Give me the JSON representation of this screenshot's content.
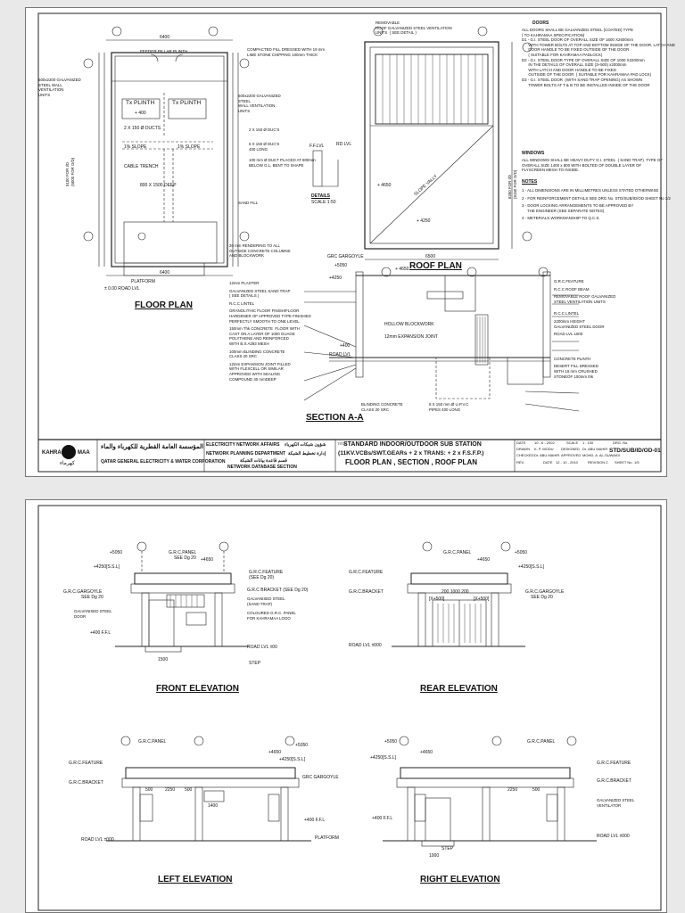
{
  "sheet1": {
    "floor_plan": {
      "title": "FLOOR PLAN",
      "labels": {
        "feeder": "FEEDER PILLAR PLINTH",
        "tx1": "Tx  PLINTH",
        "tx2": "Tx  PLINTH",
        "ducts": "2 X 150 Ø DUCTS",
        "slope1": "1% SLOPE",
        "slope2": "1% SLOPE",
        "cable_trench": "CABLE TRENCH",
        "trench_size": "800 X 1500 DEEP",
        "vent_left": "500x2200 GALVANIZED\nSTEEL WALL\nVENTILATION\nUNITS",
        "vent_right": "500x2200 GALVANIZED\nSTEEL\nWALL VENTILATION\nUNITS",
        "fill": "COMPACTED FILL DRESSED WITH 19 mm\nLIME STONE CHIPPING 100mm THICK",
        "ducts2": "2 X 150 Ø DUC'S",
        "ducts6": "6 X 150 Ø DUC'S\n400 LONG",
        "duct100": "100 mm Ø DUCT PLACED AT 800mm\nBELOW G.L. BENT TO SHAPE",
        "sand": "SAND FILL",
        "render": "20 mm RENDERING TO ALL\nOUTSIDE CONCRETE COLUMNS\nAND BLOCKWORK",
        "platform": "PLATFORM",
        "road": "± 0.00 ROAD LVL",
        "dim_6400": "6400",
        "dim_6400b": "6400",
        "dim_plus400": "+ 400",
        "dim_5100": "5100 FOR I/D\n(5000 FOR O/D)"
      }
    },
    "details": {
      "ffl": "F.F.LVL",
      "rd": "RD LVL",
      "title": "DETAILS",
      "scale": "SCALE  1:50"
    },
    "roof_plan": {
      "title": "ROOF PLAN",
      "vent": "REMOVABLE\nROOF GALVANIZED STEEL VENTILATION\nUNITS  ( SEE DETAIL )",
      "slope": "SLOPE VALLY",
      "lvl1": "+ 4650",
      "lvl2": "+ 4250",
      "gargoyle": "GRC GARGOYLE",
      "dim": "6500",
      "dim2": "8250 FOR I/D\n(8150 FOR O/D)"
    },
    "doors": {
      "heading": "DOORS",
      "lines": [
        "ALL DOORS SHALL BE GALVANIZED STEEL (COATED) TYPE",
        "( TO KAHRAMAA SPECIFICATION)",
        "D1 - G.I. STEEL DOOR OF OVERALL SIZE OF 1600 X2600mm",
        "      WITH TOWER BOLTS AT TOP AND BOTTOM INSIDE OF THE DOOR, LATCH AND",
        "      DOOR HANDLE TO BE FIXED OUTSIDE OF THE DOOR",
        "      ( SUITABLE FOR KAHRAMAA PADLOCK)",
        "D2 - G.I. STEEL DOOR TYPE OF OVERALL SIZE OF 1000 X2200mm",
        "      IN THE DETAILS OF OVERALL SIZE (3+500) x2000mm",
        "      WITH LATCH AND DOOR HANDLE TO BE FIXED",
        "      OUTSIDE OF THE DOOR  ( SUITABLE FOR KAHRAMAA PAD LOCK)",
        "D3 - G.I. STEEL DOOR  (WITH SAND TRAP OPENING) AS SHOWN",
        "      TOWER BOLTS AT T & B TO BE INSTALLED INSIDE OF THE DOOR"
      ]
    },
    "windows": {
      "heading": "WINDOWS",
      "lines": [
        "ALL WINDOWS SHALL BE HEAVY DUTY G.I. STEEL  ( SAND TRAP)  TYPE OF",
        "OVERALL SIZE 1400 x 800 WITH BOLTED OF DOUBLE LAYER OF",
        "FLYSCREEN MESH TO INSIDE."
      ]
    },
    "notes": {
      "heading": "NOTES",
      "lines": [
        "1 - ALL DIMENSIONS ARE IN MILLIMETRES UNLESS STATED OTHERWISE",
        "2 - FOR REINFORCEMENT DETAILS SEE DRG No. STD/SUB/ID/OD SHEET No 1/2",
        "3 - DOOR LOCKING ARRANGEMENTS TO BE APPROVED BY",
        "     THE ENGINEER (SEE SEPARATE NOTES)",
        "4 - METERIALS WORKMANSHIP TO Q.C.S."
      ]
    },
    "section": {
      "title": "SECTION A-A",
      "left_labels": [
        "12mm PLASTER",
        "GALVANIZED STEEL SAND TRAP\n( SEE DETAILS )",
        "R.C.C LINTEL",
        "GRANOLITHIC FLOOR FINISH/FLOOR\nHARDENER OF APPROVED TYPE FINISHED\nPERFECTLY SMOOTH TO ONE LEVEL",
        "150mm Thk CONCRETE  FLOOR WITH\nCAST ON A LAYER OF 1000 GUAGE\nPOLYTHENE AND REINFORCED\nWITH B.S A393 MESH",
        "100mm BLINDING CONCRETE\nCLASS 20 SRC",
        "12mm EXPANSION JOINT FILLED\nWITH FLEXCELL OR SIMILAR\nAPPROVED WITH SEALING\nCOMPOUND 40 mmDEEP"
      ],
      "right_labels": [
        "G.R.C.FEATURE",
        "R.C.C ROOF BEAM",
        "REMOVABLE ROOF GALVANIZED\nSTEEL VENTILATION UNITS",
        "R.C.C LINTEL",
        "2200mm HEIGHT\nGALVANIZED STEEL DOOR",
        "ROAD LVL ±000",
        "CONCRETE PLINTH",
        "DESERT FILL DRESSED\nWITH 19 mm CRUSHED\nSTONEOF 100mm thk"
      ],
      "mid_labels": {
        "hollow": "HOLLOW BLOCKWORK",
        "expansion": "12mm EXPANSION JOINT",
        "road": "ROAD LVL",
        "blinding": "BLINDING CONCRETE\nCLASS 20 SRC",
        "pipes": "6 X 150 mm Ø U.P.V.C\nPIPES 400 LONG",
        "l5050": "+5050",
        "l4650": "+ 4650",
        "l4250": "+4250",
        "l400": "+400"
      }
    },
    "title_block": {
      "org_en": "QATAR GENERAL ELECTRICITY & WATER CORPORATION",
      "org_ar": "المؤسسة العامة القطرية للكهرباء والماء",
      "logo_left": "KAHRA",
      "logo_right": "MAA",
      "logo_ar": "كهرماء",
      "dept1": "ELECTRICITY NETWORK AFFAIRS",
      "dept1_ar": "شؤون شبكات الكهرباء",
      "dept2": "NETWORK PLANNING DEPARTMENT",
      "dept2_ar": "إدارة تخطيط الشبكة",
      "dept3_ar": "قسم قاعدة بيانات الشبكة",
      "dept3": "NETWORK DATABASE SECTION",
      "title_label": "TITLE",
      "title1": "STANDARD INDOOR/OUTDOOR SUB STATION",
      "title2": "(11KV.VCBs/SWT.GEARs + 2 x TRANS: + 2 x F.S.F.P.)",
      "title3": "FLOOR PLAN , SECTION , ROOF PLAN",
      "meta": {
        "date_label": "DATE",
        "date": "10 - 6 - 2002",
        "scale_label": "SCALE",
        "scale": "1 : 100",
        "drg_label": "DRG. No.",
        "drawn_label": "DRAWN",
        "drawn": "K. P. MODU",
        "designed_label": "DESIGNED",
        "designed": "Dr. ABU MAHIR",
        "checked_label": "CHECKED",
        "checked": "Dr. ABU MAHIR",
        "approved_label": "APPROVED",
        "approved": "MOHD. A. AL-SUWAIDI",
        "rev_label": "REV.",
        "rev_date_label": "DATE",
        "rev_date": "12 - 10 - 2010",
        "revision_label": "REVISION",
        "revision": "C",
        "sheet_label": "SHEET No.",
        "sheet": "1/5",
        "drg_no": "STD/SUB/ID/OD-01"
      }
    }
  },
  "sheet2": {
    "front": {
      "title": "FRONT ELEVATION",
      "labels": [
        "+5050",
        "+4650",
        "+4250[S.S.L]",
        "G.R.C.PANEL",
        "SEE Dg 20",
        "G.R.C.FEATURE",
        "(SEE Dg 20)",
        "G.R.C.GARGOYLE",
        "SEE Dg 20",
        "G.R.C BRACKET (SEE Dg 20)",
        "GALVANISED STEEL\n(SAND TRAP)",
        "GALVANISED STEEL\nDOOR",
        "COLOURED G.R.C. PANEL\nFOR KAHRAMAA LOGO",
        "+400 F.F.L",
        "ROAD LVL ±00",
        "STEP",
        "1500"
      ]
    },
    "rear": {
      "title": "REAR ELEVATION",
      "labels": [
        "G.R.C.PANEL",
        "+4650",
        "+5050",
        "+4250[S.S.L]",
        "G.R.C.FEATURE",
        "G.R.C.BRACKET",
        "G.R.C.GARGOYLE",
        "SEE Dg 20",
        "ROAD LVL ±000",
        "[X+500]",
        "[X+500]",
        "200 1000 200"
      ]
    },
    "left": {
      "title": "LEFT ELEVATION",
      "labels": [
        "G.R.C.PANEL",
        "+5050",
        "+4650",
        "+4250[S.S.L]",
        "G.R.C.FEATURE",
        "G.R.C.BRACKET",
        "GRC GARGOYLE",
        "+400 F.F.L",
        "ROAD LVL ±000",
        "PLATFORM",
        "500",
        "2250",
        "500",
        "1400"
      ]
    },
    "right": {
      "title": "RIGHT ELEVATION",
      "labels": [
        "G.R.C.PANEL",
        "+5050",
        "+4650",
        "+4250[S.S.L]",
        "G.R.C.FEATURE",
        "G.R.C.BRACKET",
        "GALVANIZED STEEL\nVENTILATOR",
        "+400 F.F.L",
        "ROAD LVL ±000",
        "STEP",
        "1000",
        "2250",
        "500"
      ]
    }
  }
}
